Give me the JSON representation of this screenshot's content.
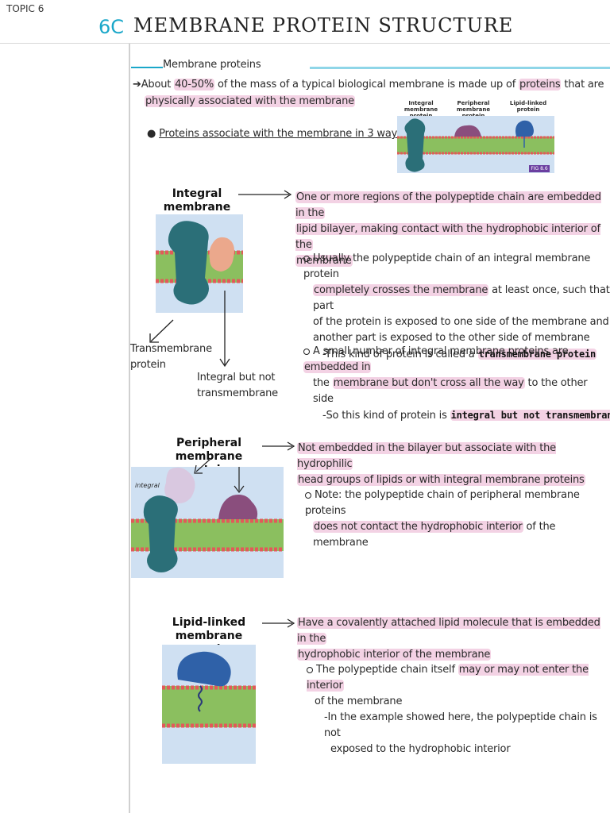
{
  "header": {
    "topic": "TOPIC 6",
    "code": "6C",
    "title": "MEMBRANE PROTEIN STRUCTURE"
  },
  "intro": {
    "section_label": "Membrane proteins",
    "line1_pre": "About ",
    "line1_pct": "40-50%",
    "line1_mid": " of the mass of a typical biological membrane is made up of ",
    "line1_hl": "proteins",
    "line1_post": " that are",
    "line2": "physically associated with the membrane",
    "bullet": "Proteins associate with the membrane in 3 ways"
  },
  "figure": {
    "label_integral": "Integral membrane protein",
    "label_peripheral": "Peripheral membrane protein",
    "label_lipid": "Lipid-linked protein",
    "fig_tag": "FIG 8.6"
  },
  "integral": {
    "title": "Integral membrane proteins",
    "def_l1": "One or more regions of the polypeptide chain are embedded in the",
    "def_l2": "lipid bilayer, making contact with the hydrophobic interior of the",
    "def_l3": "membrane",
    "p1_l1": "Usually the polypeptide chain of an integral membrane protein",
    "p1_l2_hl": "completely crosses the membrane",
    "p1_l2_post": " at least once, such that part",
    "p1_l3": "of the protein is exposed to one side of the membrane and",
    "p1_l4": "another part is exposed to the other side of membrane",
    "p1_sub_pre": "-This kind of protein is called a ",
    "p1_sub_term": "transmembrane protein",
    "p2_l1_pre": "A small number of integral membrane proteins are ",
    "p2_l1_hl": "embedded in",
    "p2_l2_pre": "the ",
    "p2_l2_hl": "membrane but don't cross all the way",
    "p2_l2_post": " to the other side",
    "p2_sub_pre": "-So this kind of protein is ",
    "p2_sub_term": "integral but not transmembrane",
    "arrow_label_tm": "Transmembrane protein",
    "arrow_label_ntm": "Integral but not transmembrane"
  },
  "peripheral": {
    "title": "Peripheral membrane proteins",
    "def_l1": "Not embedded in the bilayer but associate with the hydrophilic",
    "def_l2": "head groups of lipids or with integral membrane proteins",
    "note_l1": "Note: the polypeptide chain of peripheral membrane proteins",
    "note_l2_hl": "does not contact the hydrophobic interior",
    "note_l2_post": " of the membrane",
    "small_label": "integral"
  },
  "lipid": {
    "title": "Lipid-linked membrane proteins",
    "def_l1": "Have a covalently attached lipid molecule that is embedded in the",
    "def_l2": "hydrophobic interior of the membrane",
    "p_l1_pre": "The polypeptide chain itself ",
    "p_l1_hl": "may or may not enter the interior",
    "p_l2": "of the membrane",
    "sub_l1": "-In the example showed here, the polypeptide chain is not",
    "sub_l2": "exposed to the hydrophobic interior"
  },
  "colors": {
    "highlight": "#f3d2e4",
    "accent_blue": "#1aa7c9",
    "teal_protein": "#2b6f78",
    "membrane_green": "#7fb455",
    "head_red": "#e25a5a",
    "water_blue": "#bcd6ef"
  }
}
